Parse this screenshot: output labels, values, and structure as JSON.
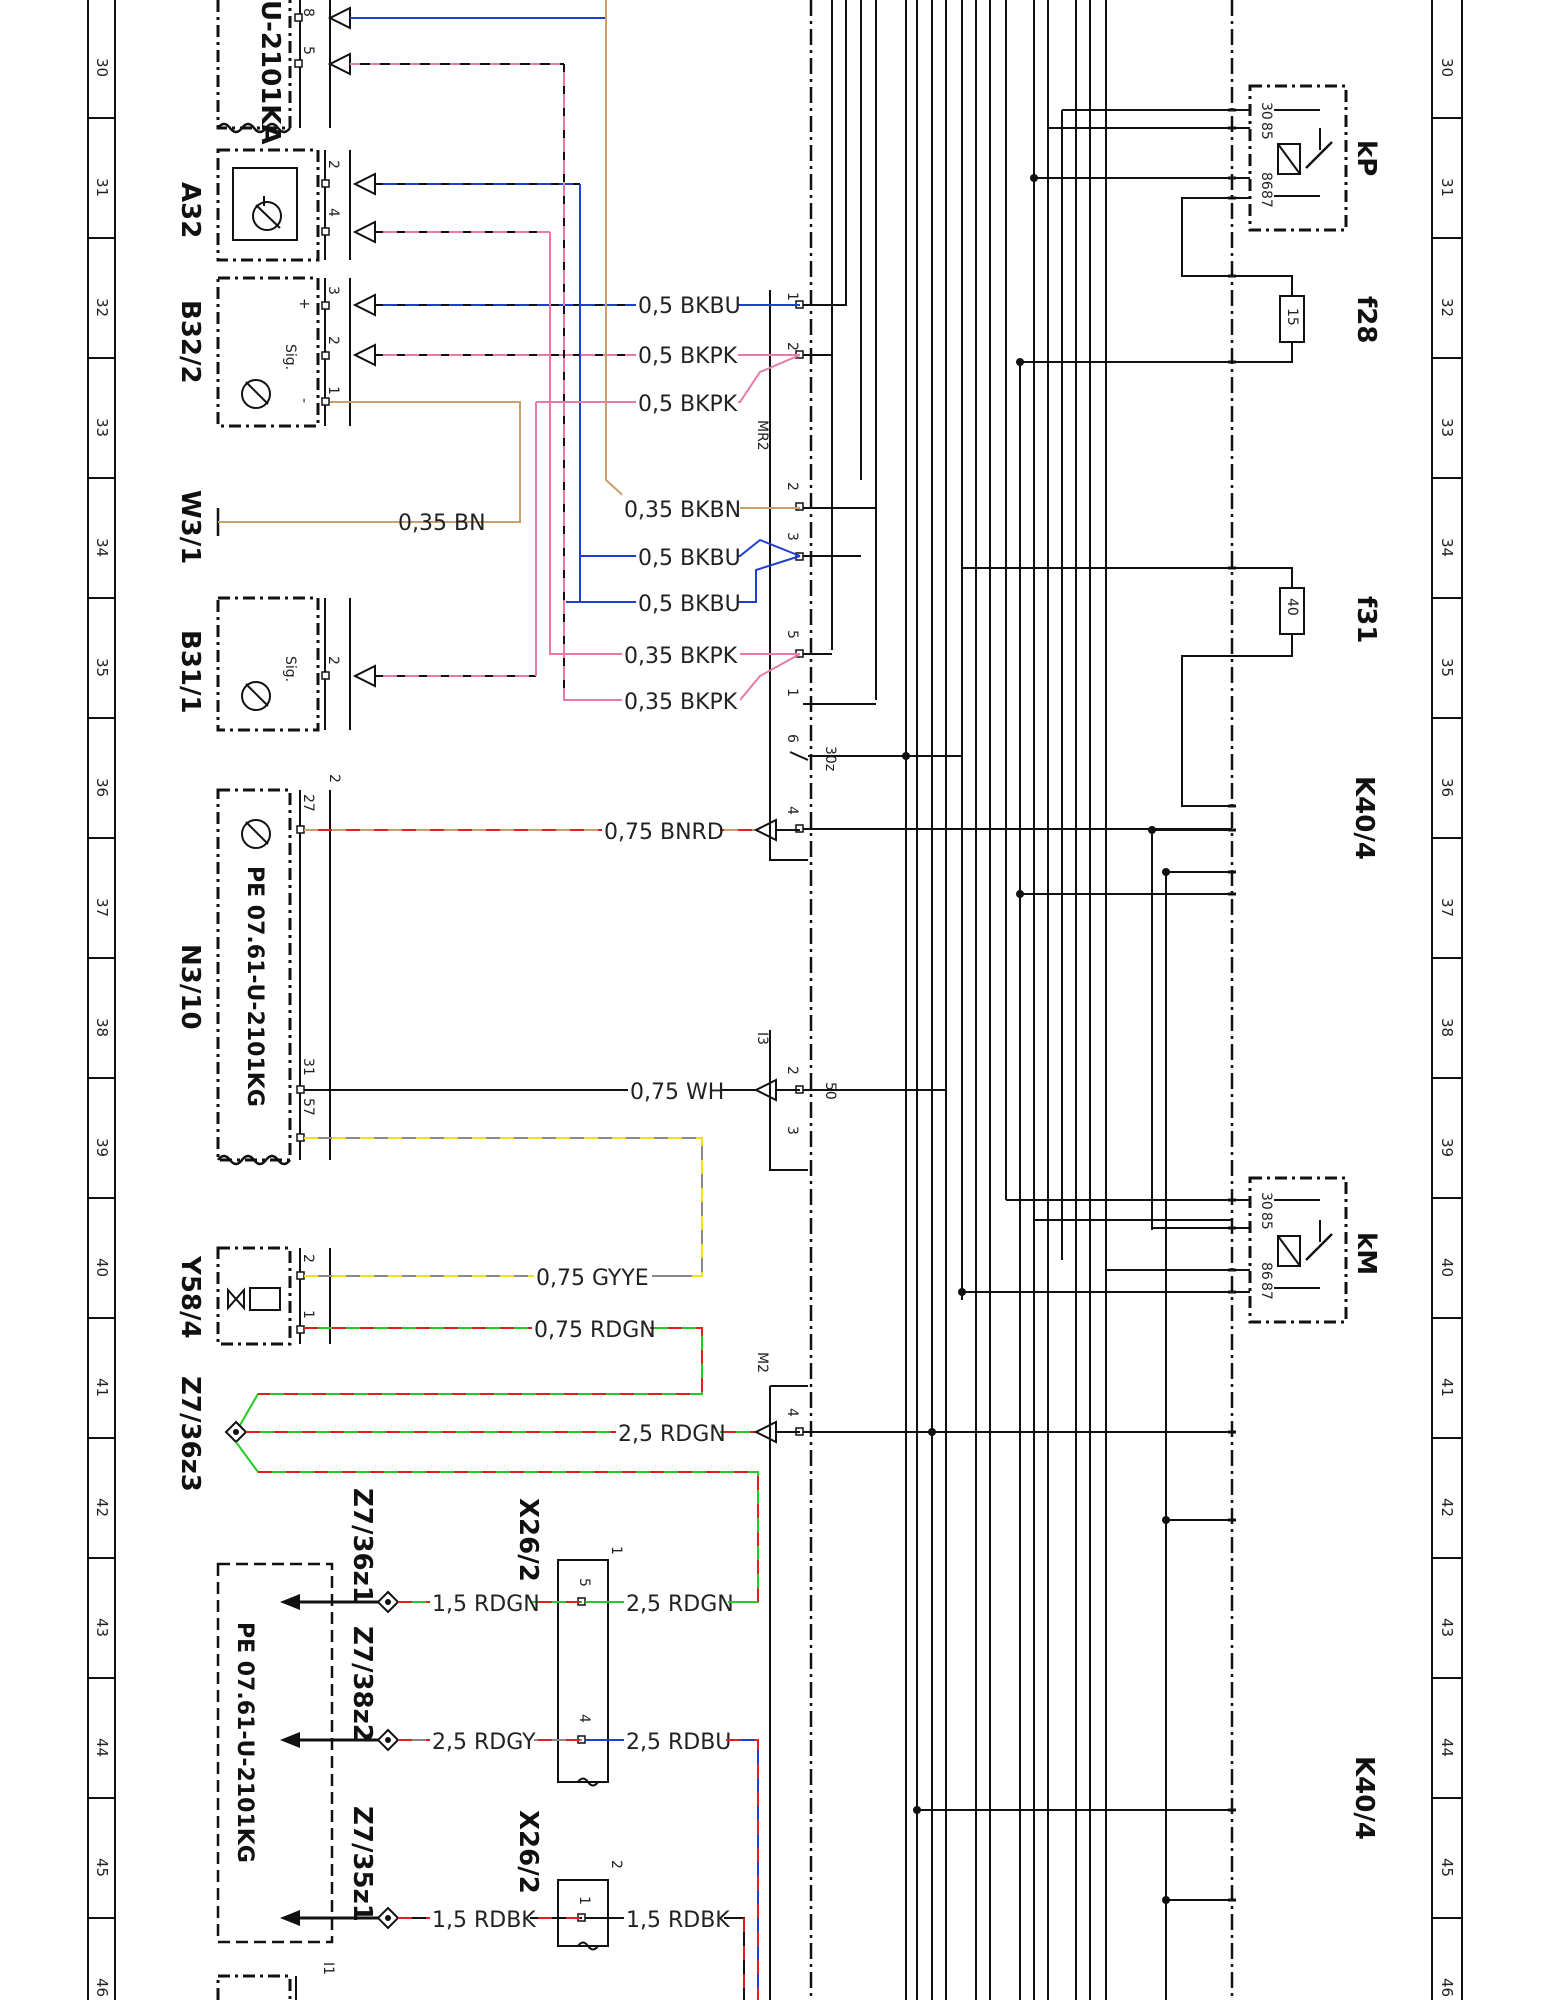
{
  "rows": [
    "30",
    "31",
    "32",
    "33",
    "34",
    "35",
    "36",
    "37",
    "38",
    "39",
    "40",
    "41",
    "42",
    "43",
    "44",
    "45",
    "46"
  ],
  "components": {
    "a32": "A32",
    "b32_2": "B32/2",
    "w3_1": "W3/1",
    "b31_1": "B31/1",
    "n3_10": "N3/10",
    "y58_4": "Y58/4",
    "z7_36z3": "Z7/36z3",
    "z7_36z1": "Z7/36z1",
    "z7_38z2": "Z7/38z2",
    "z7_35z1": "Z7/35z1",
    "x26_2_a": "X26/2",
    "x26_2_b": "X26/2",
    "k40_4_a": "K40/4",
    "k40_4_b": "K40/4",
    "kp": "kP",
    "km": "kM",
    "f28": "f28",
    "f31": "f31",
    "top_label": "U-2101KA",
    "mr2": "MR2",
    "m2": "M2",
    "i3": "I3",
    "i1": "I1"
  },
  "notes": {
    "n3_10": "PE 07.61-U-2101KG",
    "bottom_ref": "PE 07.61-U-2101KG"
  },
  "fuses": {
    "f28": "15",
    "f31": "40"
  },
  "wires": {
    "w1": "0,5 BKBU",
    "w2": "0,5 BKPK",
    "w3": "0,5 BKPK",
    "w4": "0,35 BN",
    "w5": "0,35 BKBN",
    "w6": "0,5 BKBU",
    "w7": "0,5 BKBU",
    "w8": "0,35 BKPK",
    "w9": "0,35 BKPK",
    "w10": "0,75 BNRD",
    "w11": "0,75 WH",
    "w12": "0,75 GYYE",
    "w13": "0,75 RDGN",
    "w14": "2,5 RDGN",
    "w15": "1,5 RDGN",
    "w16": "2,5 RDGN",
    "w17": "2,5 RDGY",
    "w18": "2,5 RDBU",
    "w19": "1,5 RDBK",
    "w20": "1,5 RDBK"
  },
  "pins": {
    "top8": "8",
    "top5": "5",
    "a32_2": "2",
    "a32_4": "4",
    "b32_3": "3",
    "b32_2": "2",
    "b32_1": "1",
    "b32_plus": "+",
    "b32_sig": "Sig.",
    "b32_minus": "-",
    "b31_2": "2",
    "b31_sig": "Sig.",
    "n3_2": "2",
    "n3_27": "27",
    "n3_31": "31",
    "n3_57": "57",
    "y58_2": "2",
    "y58_1": "1",
    "mr1": "1",
    "mr2": "2",
    "mr2b": "2",
    "mr3": "3",
    "mr5": "5",
    "mr1b": "1",
    "mr6": "6",
    "mr4": "4",
    "t30z": "30z",
    "t50": "50",
    "i3_2": "2",
    "i3_3": "3",
    "m2_4": "4",
    "x26a_1": "1",
    "x26a_5": "5",
    "x26a_4": "4",
    "x26b_2": "2",
    "x26b_1": "1",
    "relay_30": "30",
    "relay_85": "85",
    "relay_86": "86",
    "relay_87": "87",
    "relay2_30": "30",
    "relay2_85": "85",
    "relay2_86": "86",
    "relay2_87": "87"
  },
  "colors": {
    "black": "#111111",
    "blue": "#1f3fd0",
    "pink": "#e87aa8",
    "brown": "#c8a070",
    "red": "#e02020",
    "green": "#22cc22",
    "yellow": "#f0e020",
    "gray": "#8a8a8a"
  }
}
